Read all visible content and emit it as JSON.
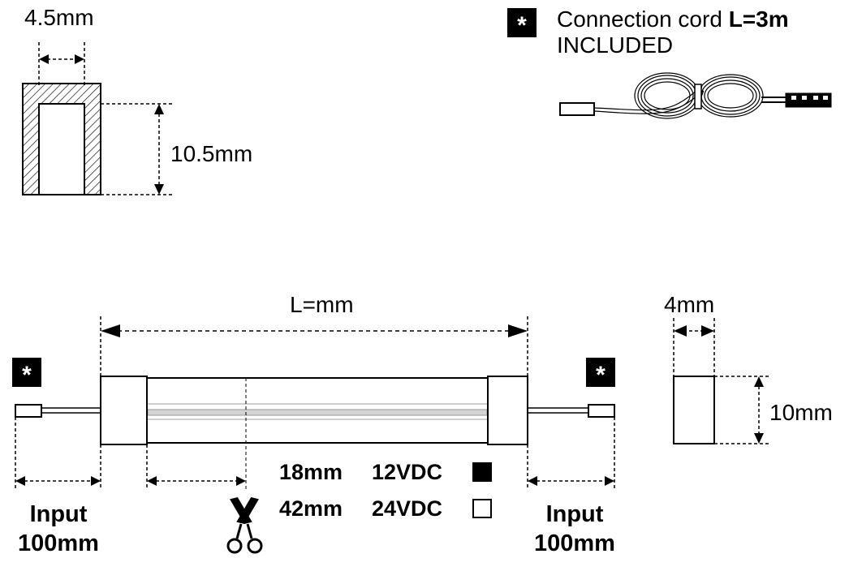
{
  "cross_section": {
    "width_label": "4.5mm",
    "height_label": "10.5mm"
  },
  "cord": {
    "star": "*",
    "title": "Connection cord ",
    "length": "L=3m",
    "included": "INCLUDED"
  },
  "strip": {
    "length_label": "L=mm",
    "star": "*",
    "input_left": {
      "line1": "Input",
      "line2": "100mm"
    },
    "input_right": {
      "line1": "Input",
      "line2": "100mm"
    }
  },
  "cut_options": [
    {
      "length": "18mm",
      "voltage": "12VDC",
      "swatch_color": "#000000"
    },
    {
      "length": "42mm",
      "voltage": "24VDC",
      "swatch_color": "#ffffff"
    }
  ],
  "end_view": {
    "width_label": "4mm",
    "height_label": "10mm"
  }
}
